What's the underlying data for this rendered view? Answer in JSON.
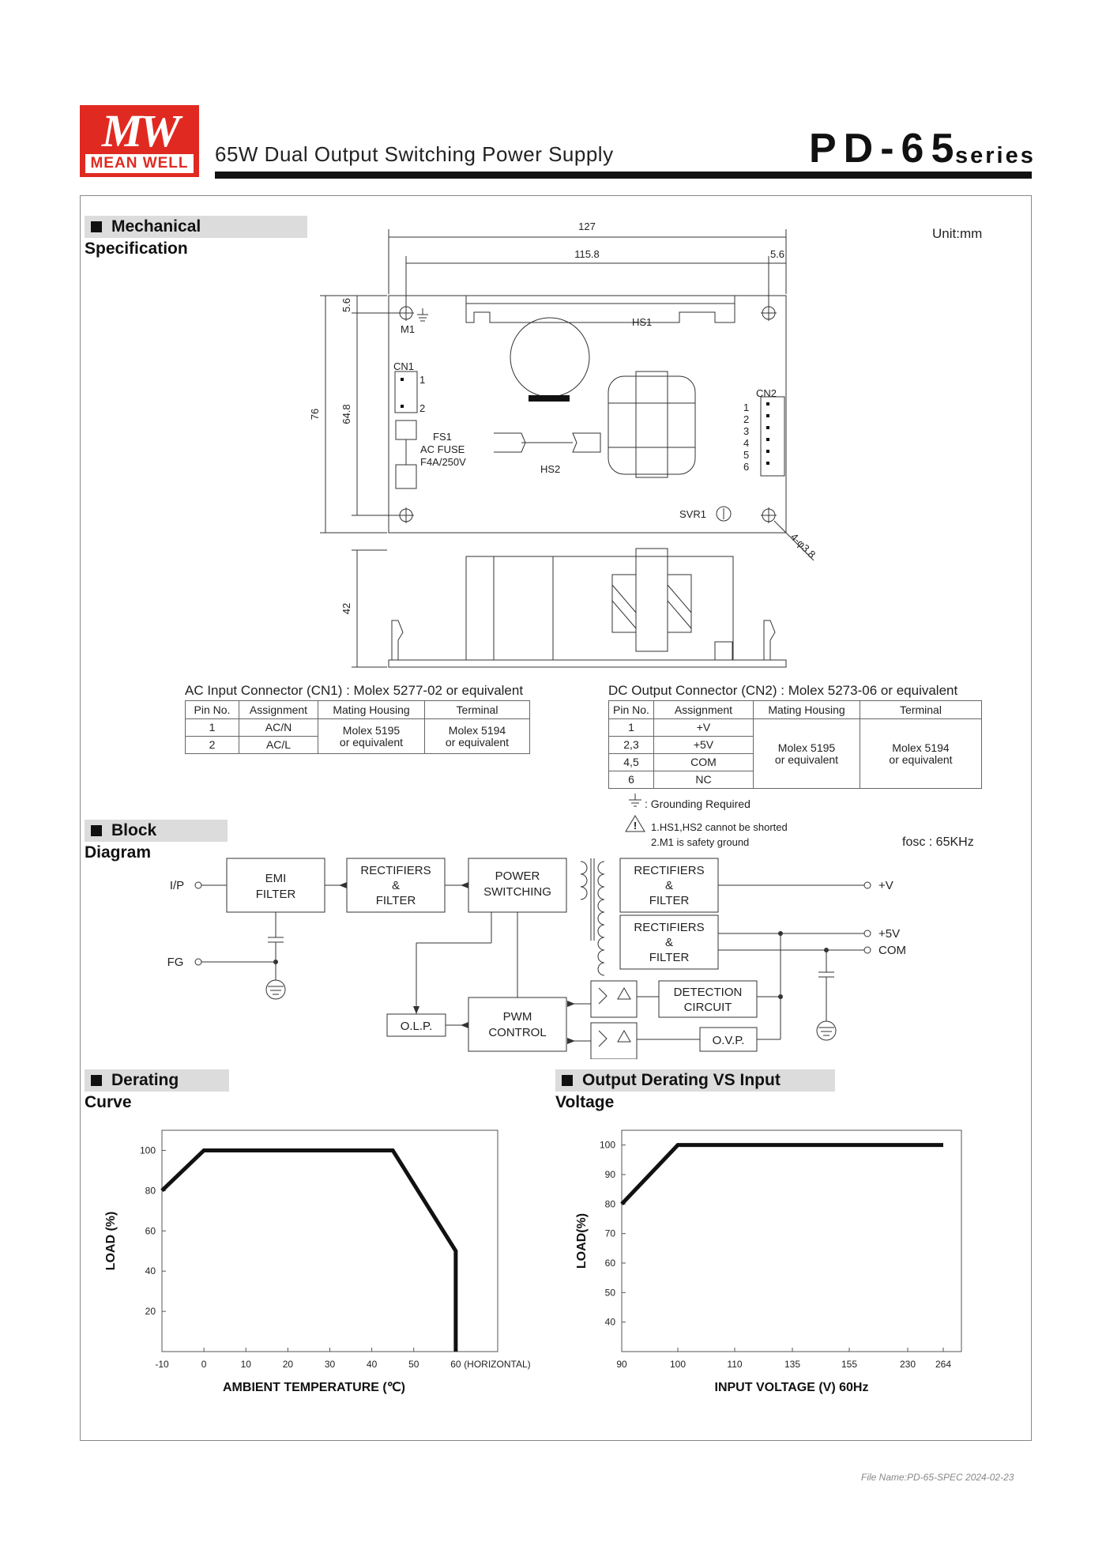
{
  "header": {
    "logo_text": "MEAN WELL",
    "doc_title": "65W Dual Output Switching Power Supply",
    "model": "PD-65",
    "series": "series"
  },
  "sections": {
    "mechanical": "Mechanical Specification",
    "block": "Block Diagram",
    "derating": "Derating Curve",
    "output_derating": "Output Derating VS Input Voltage"
  },
  "mechanical": {
    "unit": "Unit:mm",
    "dims": {
      "width": "127",
      "inner_width": "115.8",
      "right_offset": "5.6",
      "top_offset": "5.6",
      "height": "76",
      "inner_height": "64.8",
      "depth": "42",
      "hole": "4-φ3.8"
    },
    "labels": {
      "m1": "M1",
      "hs1": "HS1",
      "hs2": "HS2",
      "cn1": "CN1",
      "cn2": "CN2",
      "fs1": "FS1",
      "fuse_type": "AC FUSE",
      "fuse_rating": "F4A/250V",
      "svr1": "SVR1",
      "cn1_pin1": "1",
      "cn1_pin2": "2",
      "cn2_pins": [
        "1",
        "2",
        "3",
        "4",
        "5",
        "6"
      ]
    }
  },
  "cn1": {
    "title": "AC Input Connector (CN1) : Molex 5277-02  or equivalent",
    "headers": [
      "Pin No.",
      "Assignment",
      "Mating Housing",
      "Terminal"
    ],
    "rows": [
      {
        "pin": "1",
        "assign": "AC/N"
      },
      {
        "pin": "2",
        "assign": "AC/L"
      }
    ],
    "housing": [
      "Molex 5195",
      "or equivalent"
    ],
    "terminal": [
      "Molex 5194",
      "or equivalent"
    ]
  },
  "cn2": {
    "title": "DC Output Connector (CN2) : Molex 5273-06 or equivalent",
    "headers": [
      "Pin No.",
      "Assignment",
      "Mating Housing",
      "Terminal"
    ],
    "rows": [
      {
        "pin": "1",
        "assign": "+V"
      },
      {
        "pin": "2,3",
        "assign": "+5V"
      },
      {
        "pin": "4,5",
        "assign": "COM"
      },
      {
        "pin": "6",
        "assign": "NC"
      }
    ],
    "housing": [
      "Molex 5195",
      "or equivalent"
    ],
    "terminal": [
      "Molex 5194",
      "or equivalent"
    ]
  },
  "notes": {
    "grounding": ": Grounding Required",
    "note1": "1.HS1,HS2 cannot be shorted",
    "note2": "2.M1 is safety ground"
  },
  "block_diagram": {
    "fosc": "fosc : 65KHz",
    "ip": "I/P",
    "fg": "FG",
    "emi": [
      "EMI",
      "FILTER"
    ],
    "rect1": [
      "RECTIFIERS",
      "&",
      "FILTER"
    ],
    "power": [
      "POWER",
      "SWITCHING"
    ],
    "rect2": [
      "RECTIFIERS",
      "&",
      "FILTER"
    ],
    "rect3": [
      "RECTIFIERS",
      "&",
      "FILTER"
    ],
    "detect": [
      "DETECTION",
      "CIRCUIT"
    ],
    "olp": "O.L.P.",
    "pwm": [
      "PWM",
      "CONTROL"
    ],
    "ovp": "O.V.P.",
    "out_v": "+V",
    "out_5v": "+5V",
    "out_com": "COM"
  },
  "chart_data": [
    {
      "type": "line",
      "title": "Derating Curve",
      "xlabel": "AMBIENT TEMPERATURE (℃)",
      "ylabel": "LOAD (%)",
      "x_ticks": [
        "-10",
        "0",
        "10",
        "20",
        "30",
        "40",
        "50",
        "60"
      ],
      "x_extra_label": "(HORIZONTAL)",
      "y_ticks": [
        "20",
        "40",
        "60",
        "80",
        "100"
      ],
      "xlim": [
        -10,
        70
      ],
      "ylim": [
        0,
        110
      ],
      "series": [
        {
          "x": [
            -10,
            0,
            45,
            60,
            60
          ],
          "y": [
            80,
            100,
            100,
            50,
            0
          ]
        }
      ]
    },
    {
      "type": "line",
      "title": "Output Derating VS Input Voltage",
      "xlabel": "INPUT VOLTAGE (V) 60Hz",
      "ylabel": "LOAD(%)",
      "x_ticks": [
        "90",
        "100",
        "110",
        "135",
        "155",
        "230",
        "264"
      ],
      "y_ticks": [
        "40",
        "50",
        "60",
        "70",
        "80",
        "90",
        "100"
      ],
      "ylim": [
        30,
        105
      ],
      "series": [
        {
          "x": [
            "90",
            "100",
            "264"
          ],
          "y": [
            80,
            100,
            100
          ]
        }
      ]
    }
  ],
  "footer": {
    "file": "File Name:PD-65-SPEC   2024-02-23"
  }
}
